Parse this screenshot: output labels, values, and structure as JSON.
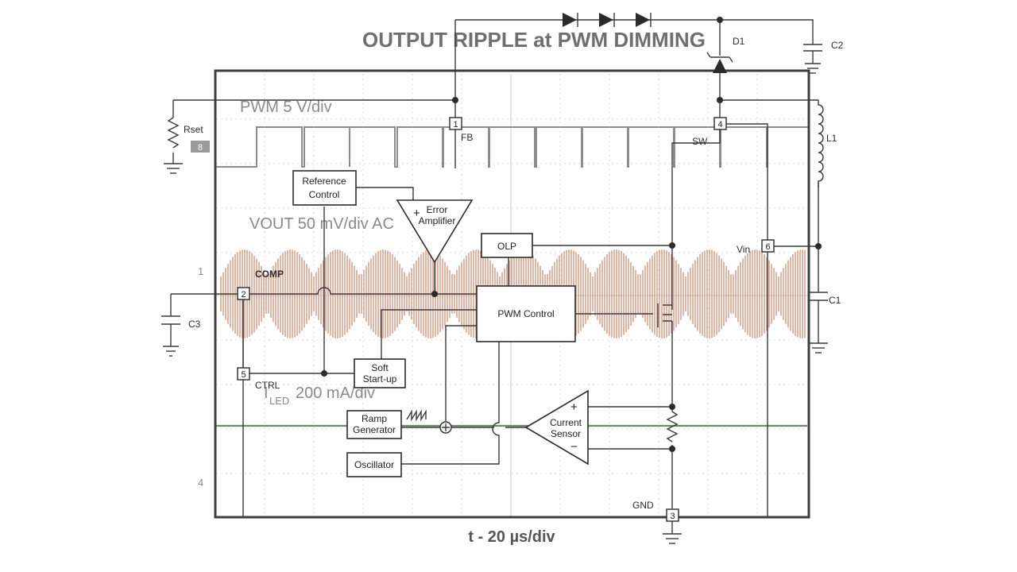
{
  "title": "OUTPUT RIPPLE at PWM DIMMING",
  "scope": {
    "channel_labels": {
      "pwm": "PWM  5 V/div",
      "vout": "VOUT 50 mV/div AC",
      "iled_prefix": "I",
      "iled_sub": "LED",
      "iled_suffix": " 200 mA/div"
    },
    "marker_1": "1",
    "marker_4": "4",
    "x_axis_label": "t - 20 µs/div",
    "colors": {
      "pwm_trace": "#8c8c8c",
      "vout_trace": "#c8866a",
      "iled_trace": "#6f8a6c",
      "frame": "#3d3d3d"
    }
  },
  "schematic": {
    "blocks": {
      "reference_control": [
        "Reference",
        "Control"
      ],
      "error_amplifier": [
        "Error",
        "Amplifier"
      ],
      "olp": "OLP",
      "pwm_control": "PWM Control",
      "soft_startup": [
        "Soft",
        "Start-up"
      ],
      "ramp_generator": [
        "Ramp",
        "Generator"
      ],
      "oscillator": "Oscillator",
      "current_sensor": [
        "Current",
        "Sensor"
      ]
    },
    "pins": {
      "p1": "1",
      "p2": "2",
      "p3": "3",
      "p4": "4",
      "p5": "5",
      "p6": "6",
      "p8": "8"
    },
    "signal_labels": {
      "fb": "FB",
      "sw": "SW",
      "vin": "Vin",
      "comp": "COMP",
      "ctrl": "CTRL",
      "gnd": "GND"
    },
    "components": {
      "rset": "Rset",
      "c1": "C1",
      "c2": "C2",
      "c3": "C3",
      "l1": "L1",
      "d1": "D1"
    },
    "amp_signs": {
      "plus": "+",
      "minus": "−"
    }
  }
}
